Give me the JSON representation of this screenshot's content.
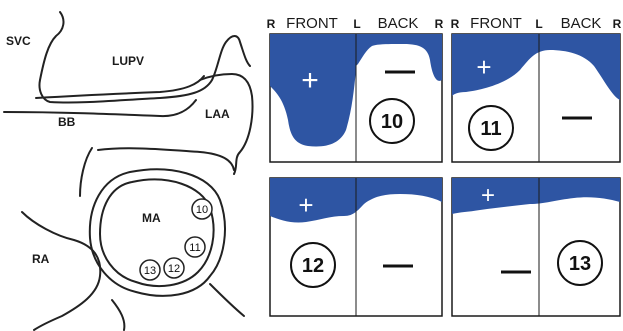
{
  "colors": {
    "patch": "#2e55a3",
    "line": "#222222",
    "frame": "#1a1a1a"
  },
  "anatomy": {
    "svc": "SVC",
    "lupv": "LUPV",
    "bb": "BB",
    "laa": "LAA",
    "ma": "MA",
    "ra": "RA",
    "markers": [
      "10",
      "11",
      "12",
      "13"
    ]
  },
  "panel_headers": {
    "r_left": "R",
    "front": "FRONT",
    "l_mid": "L",
    "back": "BACK",
    "r_right": "R"
  },
  "panels": [
    {
      "id": "10",
      "label": "10",
      "positive": "+",
      "negative": "—"
    },
    {
      "id": "11",
      "label": "11",
      "positive": "+",
      "negative": "—"
    },
    {
      "id": "12",
      "label": "12",
      "positive": "+",
      "negative": "—"
    },
    {
      "id": "13",
      "label": "13",
      "positive": "+",
      "negative": "—"
    }
  ]
}
